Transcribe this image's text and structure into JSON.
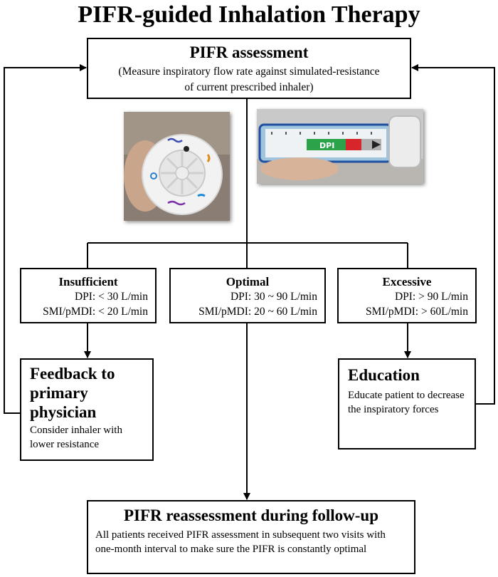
{
  "title": "PIFR-guided Inhalation Therapy",
  "assessment": {
    "title": "PIFR assessment",
    "desc_line1": "(Measure inspiratory flow rate against simulated-resistance",
    "desc_line2": "of current prescribed inhaler)"
  },
  "tiers": {
    "insufficient": {
      "title": "Insufficient",
      "dpi": "DPI: < 30 L/min",
      "smi": "SMI/pMDI: < 20 L/min"
    },
    "optimal": {
      "title": "Optimal",
      "dpi": "DPI: 30 ~ 90 L/min",
      "smi": "SMI/pMDI: 20 ~ 60 L/min"
    },
    "excessive": {
      "title": "Excessive",
      "dpi": "DPI: > 90 L/min",
      "smi": "SMI/pMDI: > 60L/min"
    }
  },
  "feedback": {
    "title_line1": "Feedback to",
    "title_line2": "primary",
    "title_line3": "physician",
    "desc": "Consider inhaler with lower resistance"
  },
  "education": {
    "title": "Education",
    "desc": "Educate patient to decrease the inspiratory forces"
  },
  "reassessment": {
    "title": "PIFR reassessment during follow-up",
    "desc": "All patients received PIFR assessment in subsequent two visits with one-month interval to make sure the PIFR is constantly optimal"
  },
  "device_label": "DPI",
  "colors": {
    "line": "#000000",
    "device_blue": "#1f4fa0",
    "green_zone": "#2ca34a",
    "red_zone": "#d6262b"
  }
}
